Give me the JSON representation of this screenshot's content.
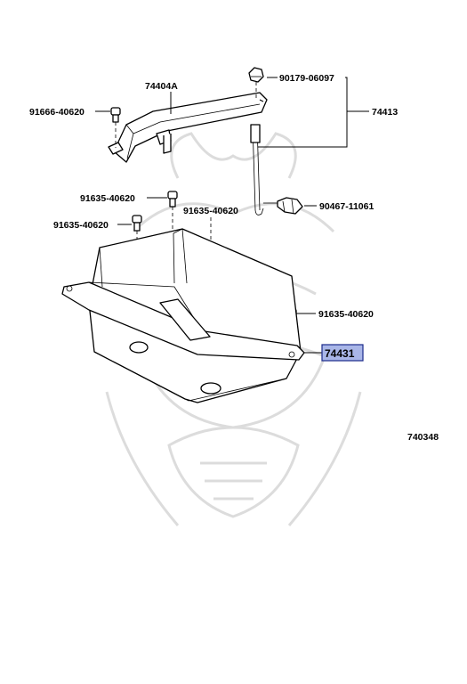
{
  "diagram": {
    "figure_code": "740348",
    "highlight_color": "#a9b6e8",
    "labels": {
      "bracket_main": "74404A",
      "nut_top": "90179-06097",
      "bolt_left_top": "91666-40620",
      "clamp_assy": "74413",
      "bolt_mid1": "91635-40620",
      "bolt_mid2": "91635-40620",
      "bolt_center": "91635-40620",
      "hook_nut": "90467-11061",
      "bolt_right": "91635-40620",
      "tray": "74431"
    }
  }
}
